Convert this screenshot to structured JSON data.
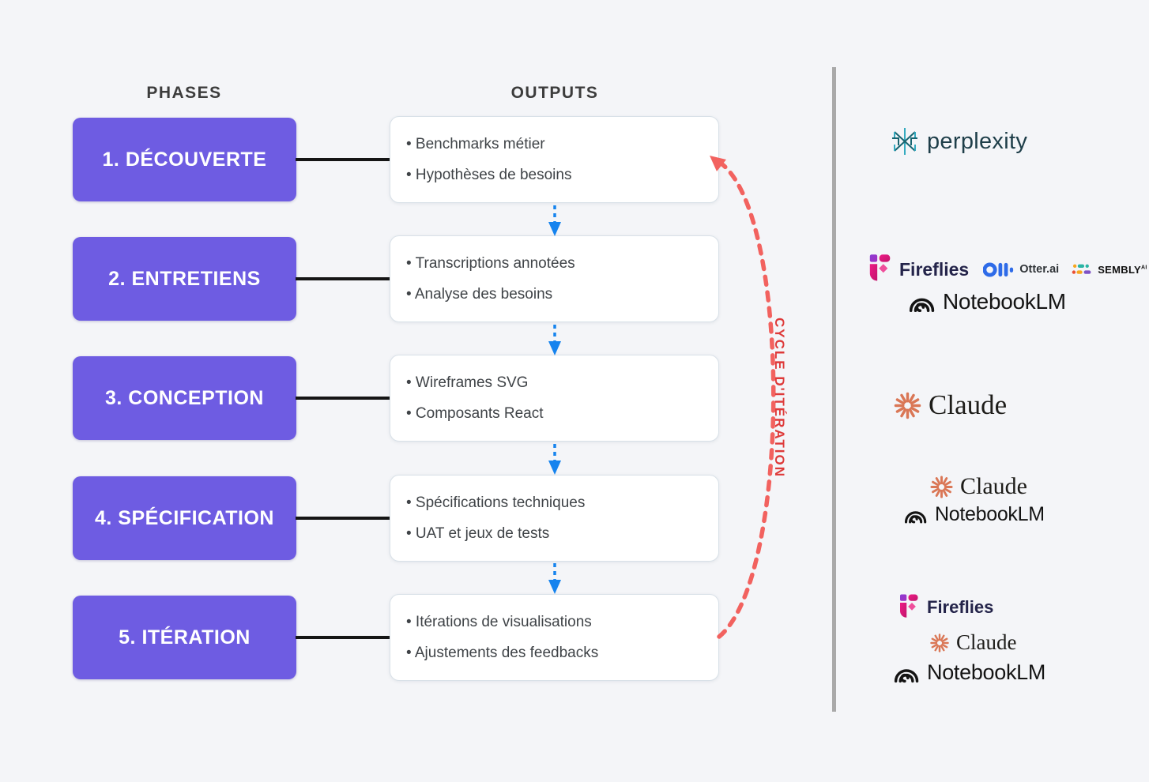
{
  "header": {
    "phases": "PHASES",
    "outputs": "OUTPUTS"
  },
  "phases": [
    {
      "label": "1. DÉCOUVERTE",
      "outputs": [
        "• Benchmarks métier",
        "• Hypothèses de besoins"
      ]
    },
    {
      "label": "2. ENTRETIENS",
      "outputs": [
        "• Transcriptions annotées",
        "• Analyse des besoins"
      ]
    },
    {
      "label": "3. CONCEPTION",
      "outputs": [
        "• Wireframes SVG",
        "• Composants React"
      ]
    },
    {
      "label": "4. SPÉCIFICATION",
      "outputs": [
        "• Spécifications techniques",
        "• UAT et jeux de tests"
      ]
    },
    {
      "label": "5. ITÉRATION",
      "outputs": [
        "• Itérations de visualisations",
        "• Ajustements des feedbacks"
      ]
    }
  ],
  "cycle_label": "CYCLE D'ITÉRATION",
  "tools": {
    "perplexity": "perplexity",
    "fireflies": "Fireflies",
    "otter": "Otter.ai",
    "sembly": "SEMBLY",
    "sembly_sup": "AI",
    "notebooklm": "NotebookLM",
    "claude": "Claude"
  },
  "colors": {
    "background": "#f4f5f8",
    "phase_box_purple": "#6e5ce2",
    "flow_arrow_blue": "#1583ee",
    "cycle_red": "#f2625f",
    "cycle_text_red": "#de3a3a",
    "divider_gray": "#a9a9a9",
    "perplexity_teal": "#2e96a8",
    "fireflies_pink": "#e6197e",
    "fireflies_purple": "#9330ce",
    "otter_blue": "#2e6be8",
    "claude_coral": "#da7756"
  }
}
